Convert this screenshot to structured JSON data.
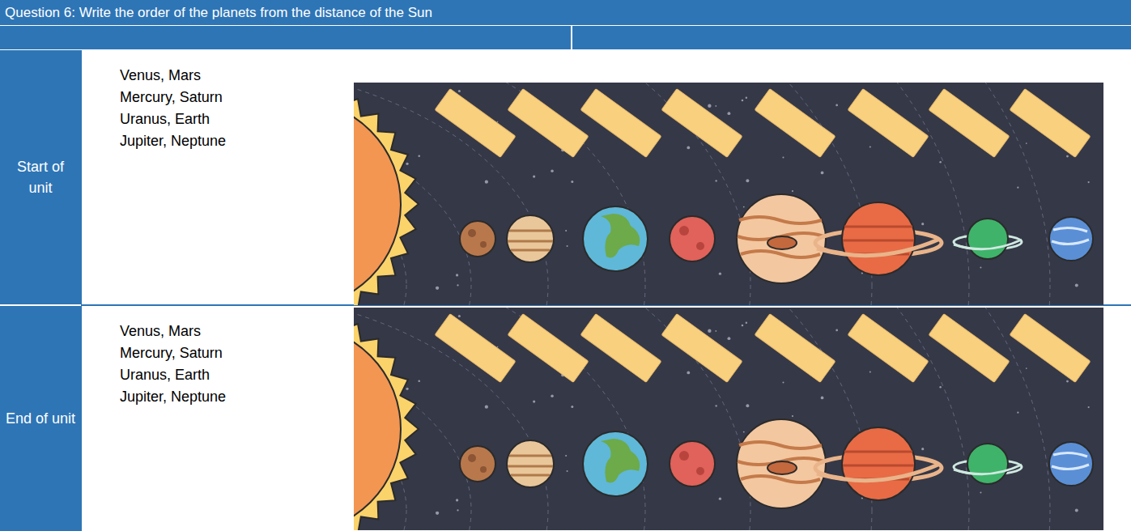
{
  "diagram": {
    "title": "Question 6: Write the order of the planets from the distance of the Sun",
    "labels": [
      "Start of unit",
      "Venus, Mars",
      "Mercury, Saturn",
      "Uranus, Earth",
      "Jupiter, Neptune",
      "End of unit",
      "Venus, Mars",
      "Mercury, Saturn",
      "Uranus, Earth",
      "Jupiter, Neptune"
    ]
  }
}
